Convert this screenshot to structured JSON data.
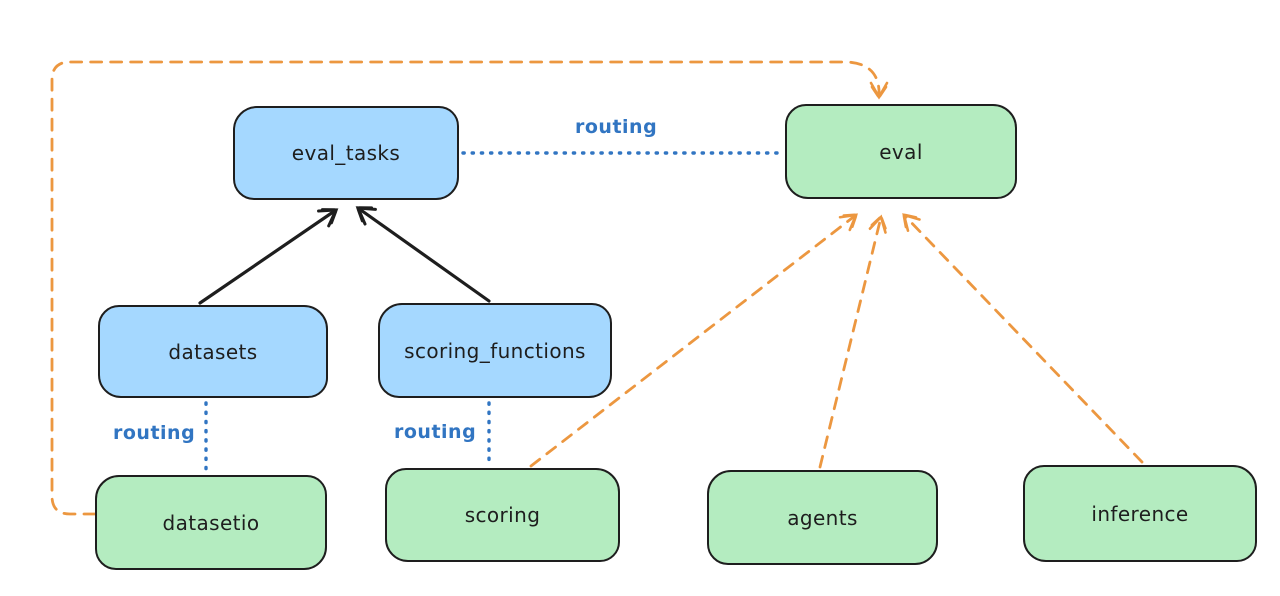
{
  "diagram": {
    "nodes": {
      "eval_tasks": {
        "label": "eval_tasks"
      },
      "eval": {
        "label": "eval"
      },
      "datasets": {
        "label": "datasets"
      },
      "scoring_functions": {
        "label": "scoring_functions"
      },
      "datasetio": {
        "label": "datasetio"
      },
      "scoring": {
        "label": "scoring"
      },
      "agents": {
        "label": "agents"
      },
      "inference": {
        "label": "inference"
      }
    },
    "edge_labels": {
      "routing_eval_tasks_eval": "routing",
      "routing_datasets_datasetio": "routing",
      "routing_scoring_functions_scoring": "routing"
    },
    "edges": [
      {
        "from": "datasets",
        "to": "eval_tasks",
        "style": "solid-black-arrow"
      },
      {
        "from": "scoring_functions",
        "to": "eval_tasks",
        "style": "solid-black-arrow"
      },
      {
        "from": "eval_tasks",
        "to": "eval",
        "style": "dotted-blue",
        "label": "routing"
      },
      {
        "from": "datasets",
        "to": "datasetio",
        "style": "dotted-blue",
        "label": "routing"
      },
      {
        "from": "scoring_functions",
        "to": "scoring",
        "style": "dotted-blue",
        "label": "routing"
      },
      {
        "from": "scoring",
        "to": "eval",
        "style": "dashed-orange-arrow"
      },
      {
        "from": "agents",
        "to": "eval",
        "style": "dashed-orange-arrow"
      },
      {
        "from": "inference",
        "to": "eval",
        "style": "dashed-orange-arrow"
      },
      {
        "from": "datasetio",
        "to": "eval",
        "style": "dashed-orange-arrow"
      }
    ],
    "colors": {
      "background": "#ffffff",
      "blue_node_fill": "#a5d8ff",
      "green_node_fill": "#b4ecc0",
      "node_stroke": "#1e1e1e",
      "routing_label_blue": "#3175c2",
      "dashed_orange": "#ec9740",
      "solid_arrow_black": "#1e1e1e"
    }
  }
}
